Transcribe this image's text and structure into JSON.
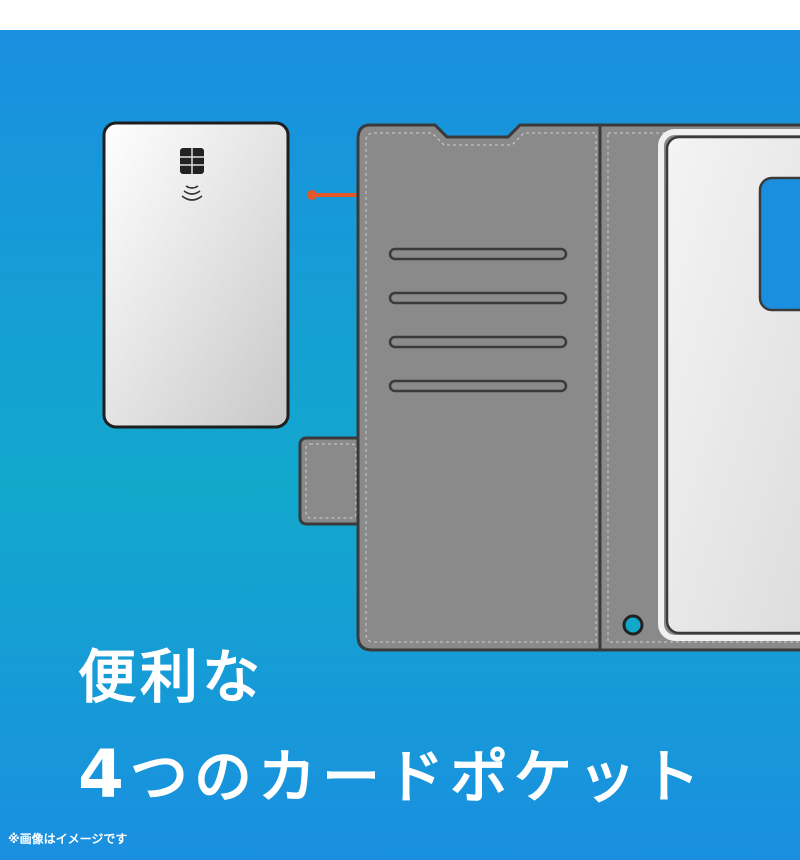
{
  "headline": {
    "line1": "便利な",
    "line2_number": "4",
    "line2_rest": "つのカードポケット"
  },
  "disclaimer": "※画像はイメージです",
  "colors": {
    "background_top": "#1a8fe0",
    "background_mid": "#12a8cc",
    "case_gray": "#8a8a8a",
    "case_border": "#3a3a3a",
    "arrow": "#e2582a",
    "screen_blue": "#1a8fe0"
  },
  "card_slots": 4
}
